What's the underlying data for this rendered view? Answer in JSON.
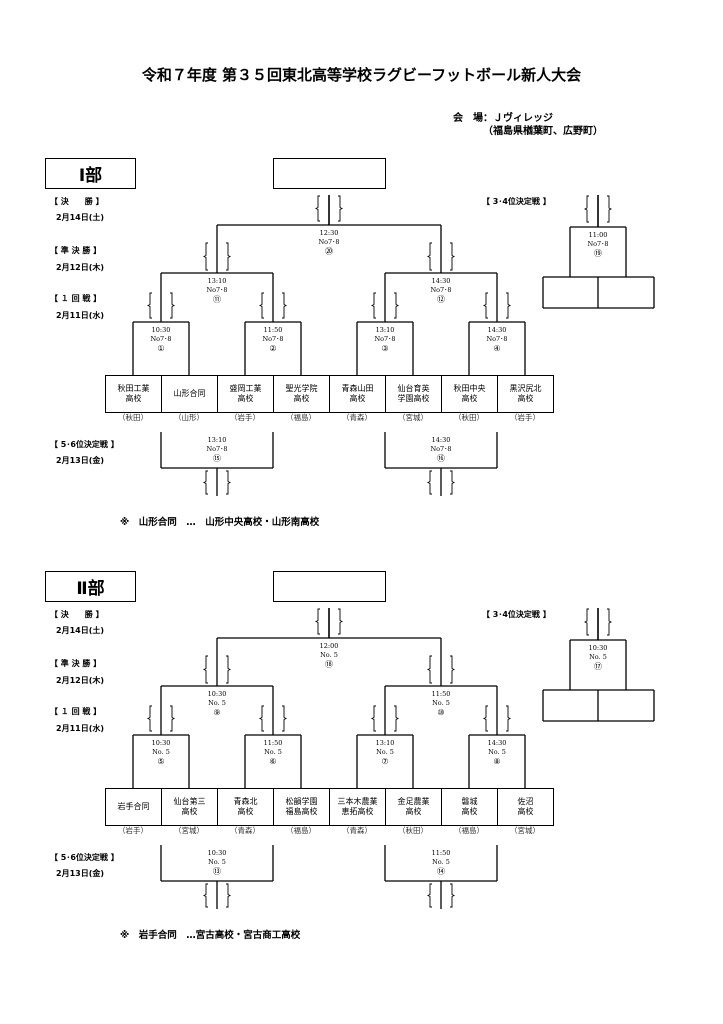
{
  "title": "令和７年度 第３５回東北高等学校ラグビーフットボール新人大会",
  "venue": {
    "label": "会　場：Ｊヴィレッジ",
    "location": "（福島県楢葉町、広野町）"
  },
  "sections": [
    {
      "name": "Ⅰ部",
      "labels": {
        "final": "【 決　　勝 】",
        "final_date": "2月14日(土)",
        "semi": "【 準 決 勝 】",
        "semi_date": "2月12日(木)",
        "first": "【 １ 回 戦 】",
        "first_date": "2月11日(水)",
        "third": "【 3･4位決定戦 】",
        "fifth": "【 5･6位決定戦 】",
        "fifth_date": "2月13日(金)"
      },
      "final": {
        "time": "12:30",
        "field": "No7･8",
        "num": "⑳"
      },
      "semis": [
        {
          "time": "13:10",
          "field": "No7･8",
          "num": "⑪"
        },
        {
          "time": "14:30",
          "field": "No7･8",
          "num": "⑫"
        }
      ],
      "first": [
        {
          "time": "10:30",
          "field": "No7･8",
          "num": "①"
        },
        {
          "time": "11:50",
          "field": "No7･8",
          "num": "②"
        },
        {
          "time": "13:10",
          "field": "No7･8",
          "num": "③"
        },
        {
          "time": "14:30",
          "field": "No7･8",
          "num": "④"
        }
      ],
      "third": {
        "time": "11:00",
        "field": "No7･8",
        "num": "⑲"
      },
      "fifth": [
        {
          "time": "13:10",
          "field": "No7･8",
          "num": "⑮"
        },
        {
          "time": "14:30",
          "field": "No7･8",
          "num": "⑯"
        }
      ],
      "teams": [
        {
          "name": "秋田工業\n高校",
          "pref": "（秋田）"
        },
        {
          "name": "山形合同",
          "pref": "（山形）"
        },
        {
          "name": "盛岡工業\n高校",
          "pref": "（岩手）"
        },
        {
          "name": "聖光学院\n高校",
          "pref": "（福島）"
        },
        {
          "name": "青森山田\n高校",
          "pref": "（青森）"
        },
        {
          "name": "仙台育英\n学園高校",
          "pref": "（宮城）"
        },
        {
          "name": "秋田中央\n高校",
          "pref": "（秋田）"
        },
        {
          "name": "黒沢尻北\n高校",
          "pref": "（岩手）"
        }
      ],
      "note": "※　山形合同　…　山形中央高校・山形南高校"
    },
    {
      "name": "Ⅱ部",
      "labels": {
        "final": "【 決　　勝 】",
        "final_date": "2月14日(土)",
        "semi": "【 準 決 勝 】",
        "semi_date": "2月12日(木)",
        "first": "【 １ 回 戦 】",
        "first_date": "2月11日(水)",
        "third": "【 3･4位決定戦 】",
        "fifth": "【 5･6位決定戦 】",
        "fifth_date": "2月13日(金)"
      },
      "final": {
        "time": "12:00",
        "field": "No. 5",
        "num": "⑱"
      },
      "semis": [
        {
          "time": "10:30",
          "field": "No. 5",
          "num": "⑨"
        },
        {
          "time": "11:50",
          "field": "No. 5",
          "num": "⑩"
        }
      ],
      "first": [
        {
          "time": "10:30",
          "field": "No. 5",
          "num": "⑤"
        },
        {
          "time": "11:50",
          "field": "No. 5",
          "num": "⑥"
        },
        {
          "time": "13:10",
          "field": "No. 5",
          "num": "⑦"
        },
        {
          "time": "14:30",
          "field": "No. 5",
          "num": "⑧"
        }
      ],
      "third": {
        "time": "10:30",
        "field": "No. 5",
        "num": "⑰"
      },
      "fifth": [
        {
          "time": "10:30",
          "field": "No. 5",
          "num": "⑬"
        },
        {
          "time": "11:50",
          "field": "No. 5",
          "num": "⑭"
        }
      ],
      "teams": [
        {
          "name": "岩手合同",
          "pref": "（岩手）"
        },
        {
          "name": "仙台第三\n高校",
          "pref": "（宮城）"
        },
        {
          "name": "青森北\n高校",
          "pref": "（青森）"
        },
        {
          "name": "松韻学園\n福島高校",
          "pref": "（福島）"
        },
        {
          "name": "三本木農業\n恵拓高校",
          "pref": "（青森）"
        },
        {
          "name": "金足農業\n高校",
          "pref": "（秋田）"
        },
        {
          "name": "磐城\n高校",
          "pref": "（福島）"
        },
        {
          "name": "佐沼\n高校",
          "pref": "（宮城）"
        }
      ],
      "note": "※　岩手合同　…宮古高校・宮古商工高校"
    }
  ]
}
